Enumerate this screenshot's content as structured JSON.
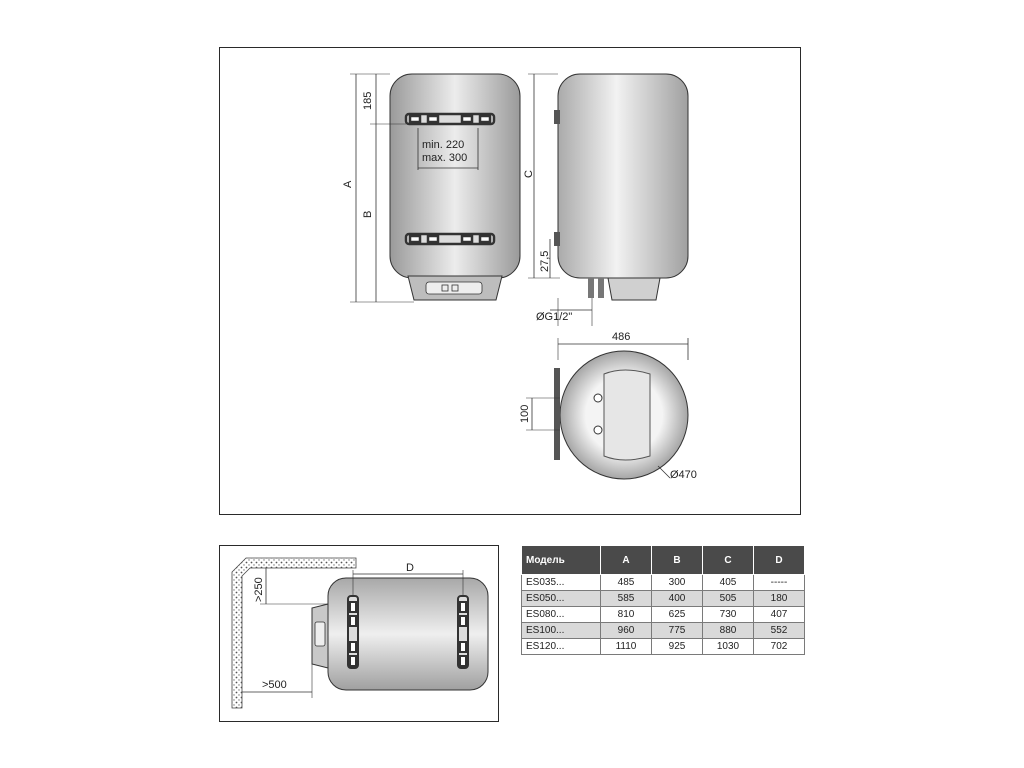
{
  "main_drawing": {
    "front_view": {
      "label_a": "A",
      "label_b": "B",
      "dim_top": "185",
      "bracket_min": "min. 220",
      "bracket_max": "max. 300"
    },
    "side_view": {
      "label_c": "C",
      "dim_offset": "27,5",
      "pipe_thread": "ØG1/2\""
    },
    "top_view": {
      "depth": "486",
      "spacing": "100",
      "diameter": "Ø470"
    }
  },
  "install_drawing": {
    "label_d": "D",
    "clearance_top": ">250",
    "clearance_side": ">500"
  },
  "spec_table": {
    "headers": [
      "Модель",
      "A",
      "B",
      "C",
      "D"
    ],
    "rows": [
      [
        "ES035...",
        "485",
        "300",
        "405",
        "-----"
      ],
      [
        "ES050...",
        "585",
        "400",
        "505",
        "180"
      ],
      [
        "ES080...",
        "810",
        "625",
        "730",
        "407"
      ],
      [
        "ES100...",
        "960",
        "775",
        "880",
        "552"
      ],
      [
        "ES120...",
        "1110",
        "925",
        "1030",
        "702"
      ]
    ]
  }
}
